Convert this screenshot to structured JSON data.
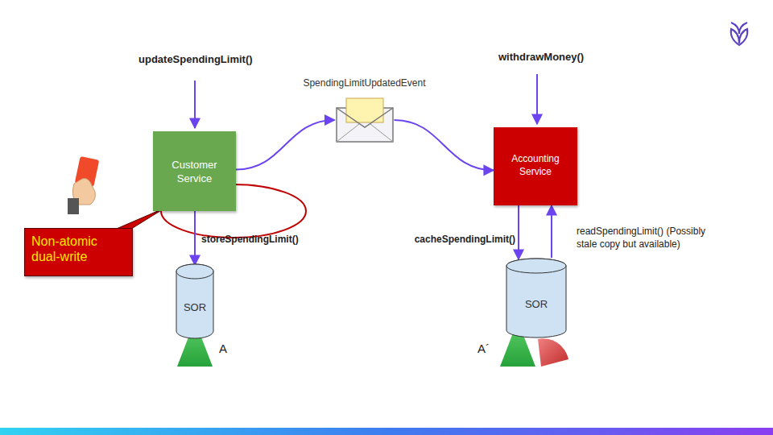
{
  "diagram": {
    "nodes": [
      {
        "text": [
          "Customer Service"
        ]
      },
      {
        "text": [
          "SpendingLimitUpdatedEvent"
        ]
      },
      {
        "text": [
          "Accounting Service"
        ]
      },
      {
        "text": [
          "Non-atomic dual-write"
        ]
      },
      {
        "text": [
          "SOR"
        ]
      },
      {
        "text": [
          "SOR"
        ]
      }
    ],
    "edges": [
      {
        "from": 0,
        "to": 1,
        "arrow": "to"
      },
      {
        "from": 1,
        "to": 2,
        "arrow": "to"
      },
      {
        "from": 0,
        "to": 4,
        "label": "storeSpendingLimit()",
        "arrow": "to"
      },
      {
        "from": 2,
        "to": 5,
        "label": "cacheSpendingLimit()",
        "arrow": "to"
      },
      {
        "from": 5,
        "to": 2,
        "label": "readSpendingLimit() (Possibly stale copy but available)",
        "arrow": "to"
      }
    ],
    "labels": [
      "updateSpendingLimit()",
      "withdrawMoney()",
      "A",
      "A´"
    ]
  }
}
